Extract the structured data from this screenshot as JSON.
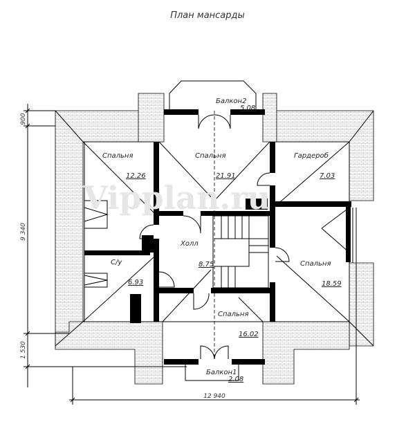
{
  "title": "План мансарды",
  "watermark": "Vipplan.ru",
  "rooms": [
    {
      "name": "Спальня",
      "area": "12.26"
    },
    {
      "name": "Спальня",
      "area": "21.91"
    },
    {
      "name": "Гардероб",
      "area": "7.03"
    },
    {
      "name": "Холл",
      "area": "8.75"
    },
    {
      "name": "С/у",
      "area": "6.93"
    },
    {
      "name": "Спальня",
      "area": "18.59"
    },
    {
      "name": "Спальня",
      "area": "16.02"
    },
    {
      "name": "Балкон1",
      "area": "2.08"
    },
    {
      "name": "Балкон2",
      "area": "5.08"
    }
  ],
  "dimensions": {
    "top_offset": "900",
    "height": "9 340",
    "bottom_offset": "1 530",
    "width": "12 940"
  }
}
